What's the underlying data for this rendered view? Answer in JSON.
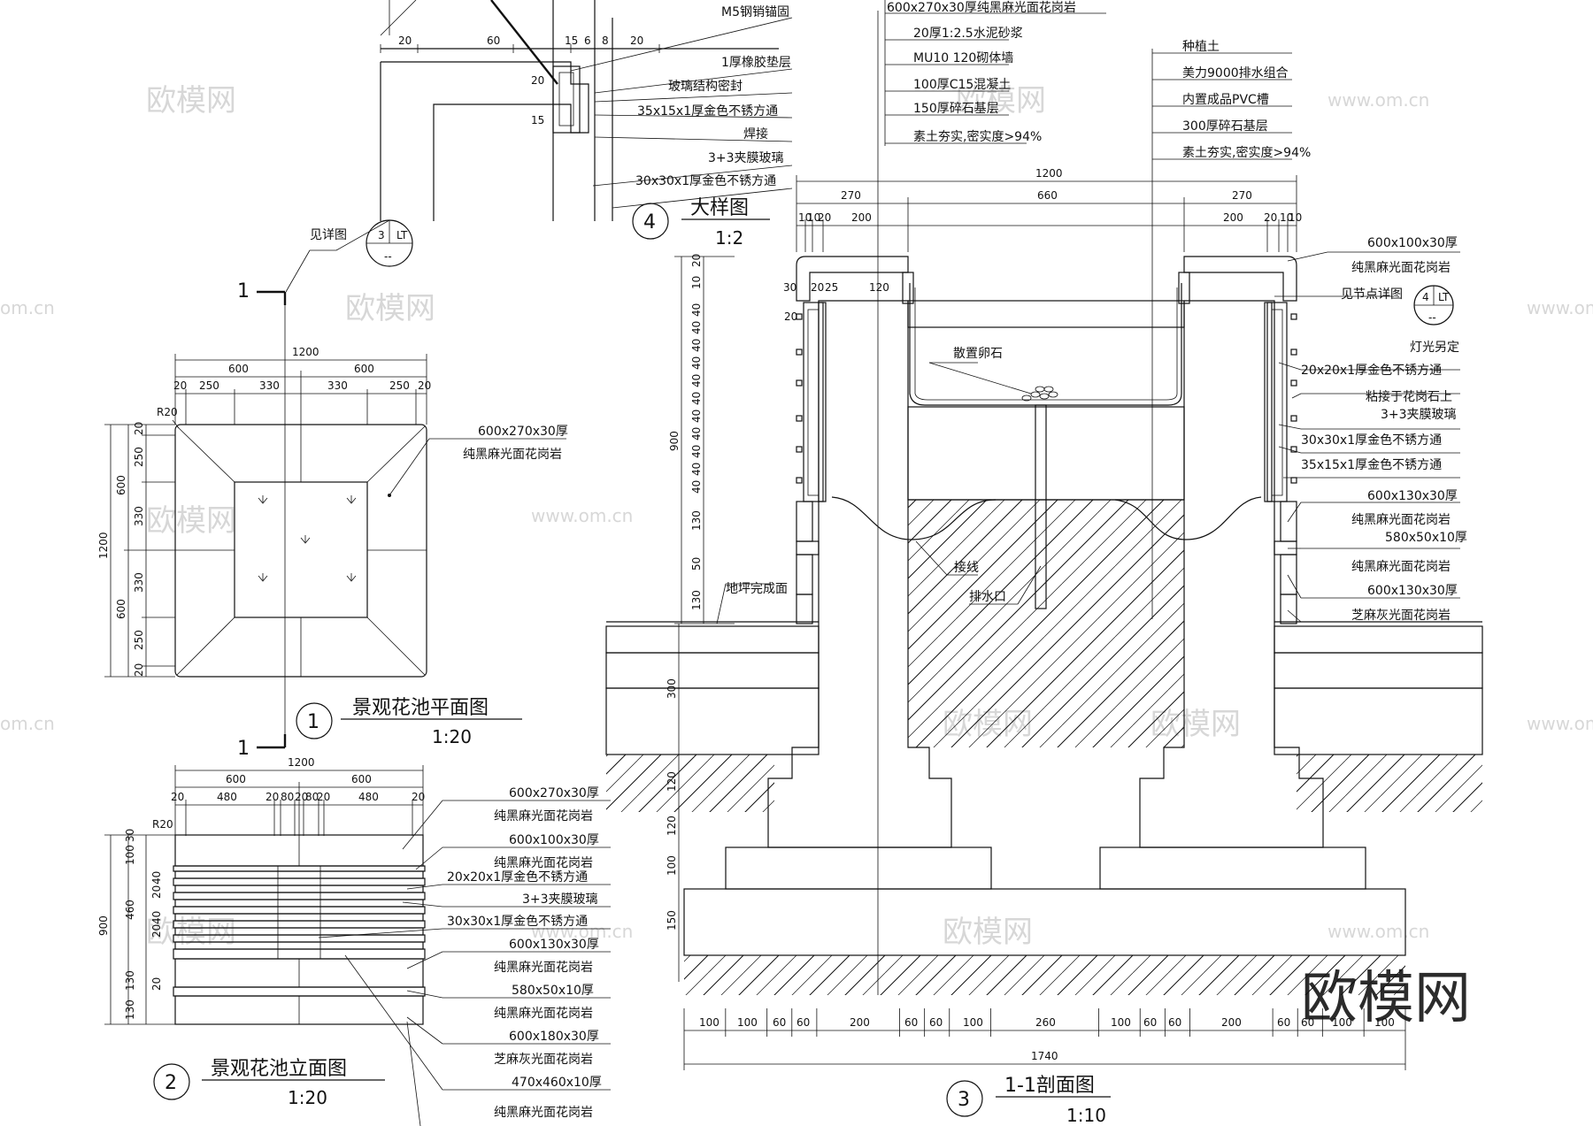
{
  "watermark": {
    "cn": "欧模网",
    "url": "www.om.cn",
    "url_short": "om.cn",
    "big": "欧模网"
  },
  "detail4": {
    "dims_top": [
      "20",
      "60",
      "15",
      "6",
      "8",
      "20"
    ],
    "dims_left": [
      "20",
      "15"
    ],
    "labels": [
      "M5钢销锚固",
      "1厚橡胶垫层",
      "玻璃结构密封",
      "35x15x1厚金色不锈方通",
      "焊接",
      "3+3夹膜玻璃",
      "30x30x1厚金色不锈方通"
    ],
    "see_detail": "见详图",
    "ref_num": "3",
    "ref_sheet": "LT",
    "ref_dash": "--",
    "num": "4",
    "title": "大样图",
    "scale": "1:2"
  },
  "plan": {
    "num": "1",
    "title": "景观花池平面图",
    "scale": "1:20",
    "cut": "1",
    "radius": "R20",
    "dims_top_total": "1200",
    "dims_top_mid": [
      "600",
      "600"
    ],
    "dims_top_small": [
      "20",
      "250",
      "330",
      "330",
      "250",
      "20"
    ],
    "dims_left_total": "1200",
    "dims_left_mid": [
      "600",
      "600"
    ],
    "dims_left_small": [
      "20",
      "250",
      "330",
      "330",
      "250",
      "20"
    ],
    "labels": [
      "600x270x30厚",
      "纯黑麻光面花岗岩"
    ]
  },
  "elev": {
    "num": "2",
    "title": "景观花池立面图",
    "scale": "1:20",
    "radius": "R20",
    "dims_top_total": "1200",
    "dims_top_mid": [
      "600",
      "600"
    ],
    "dims_top_small": [
      "20",
      "480",
      "20",
      "80",
      "20",
      "80",
      "20",
      "480",
      "20"
    ],
    "dims_left_total": "900",
    "dims_left_small": [
      "30",
      "100",
      "40",
      "20",
      "460",
      "40",
      "20",
      "130",
      "130",
      "20"
    ],
    "labels": [
      "600x270x30厚",
      "纯黑麻光面花岗岩",
      "600x100x30厚",
      "纯黑麻光面花岗岩",
      "20x20x1厚金色不锈方通",
      "3+3夹膜玻璃",
      "30x30x1厚金色不锈方通",
      "600x130x30厚",
      "纯黑麻光面花岗岩",
      "580x50x10厚",
      "纯黑麻光面花岗岩",
      "600x180x30厚",
      "芝麻灰光面花岗岩",
      "470x460x10厚",
      "纯黑麻光面花岗岩"
    ]
  },
  "section": {
    "num": "3",
    "title": "1-1剖面图",
    "scale": "1:10",
    "labels_top_left": [
      "600x270x30厚纯黑麻光面花岗岩",
      "20厚1:2.5水泥砂浆",
      "MU10 120砌体墙",
      "100厚C15混凝土",
      "150厚碎石基层",
      "素土夯实,密实度>94%"
    ],
    "labels_top_right": [
      "种植土",
      "美力9000排水组合",
      "内置成品PVC槽",
      "300厚碎石基层",
      "素土夯实,密实度>94%"
    ],
    "dims_top_total": "1200",
    "dims_top_mid": [
      "270",
      "660",
      "270"
    ],
    "dims_top_small_left": [
      "10",
      "10",
      "20",
      "200"
    ],
    "dims_top_small_right": [
      "200",
      "20",
      "10",
      "10"
    ],
    "dims_inner": [
      "30",
      "20",
      "25",
      "120",
      "20"
    ],
    "dims_left_total": "900",
    "dims_left_small": [
      "20",
      "10",
      "40",
      "40",
      "40",
      "40",
      "40",
      "40",
      "40",
      "40",
      "40",
      "40",
      "40",
      "130",
      "50",
      "130"
    ],
    "dims_left_lower": [
      "300",
      "120",
      "120",
      "100",
      "150"
    ],
    "ground_label": "地坪完成面",
    "pebble_label": "散置卵石",
    "wire_label": "接线",
    "drain_label": "排水口",
    "ref_label": "见节点详图",
    "ref_num": "4",
    "ref_sheet": "LT",
    "ref_dash": "--",
    "labels_right": [
      "600x100x30厚",
      "纯黑麻光面花岗岩",
      "灯光另定",
      "20x20x1厚金色不锈方通",
      "粘接于花岗石上",
      "3+3夹膜玻璃",
      "30x30x1厚金色不锈方通",
      "35x15x1厚金色不锈方通",
      "600x130x30厚",
      "纯黑麻光面花岗岩",
      "580x50x10厚",
      "纯黑麻光面花岗岩",
      "600x130x30厚",
      "芝麻灰光面花岗岩"
    ],
    "dims_bottom": [
      "100",
      "100",
      "60",
      "60",
      "200",
      "60",
      "60",
      "100",
      "260",
      "100",
      "60",
      "60",
      "200",
      "60",
      "60",
      "100",
      "100"
    ],
    "dims_bottom_total": "1740"
  }
}
